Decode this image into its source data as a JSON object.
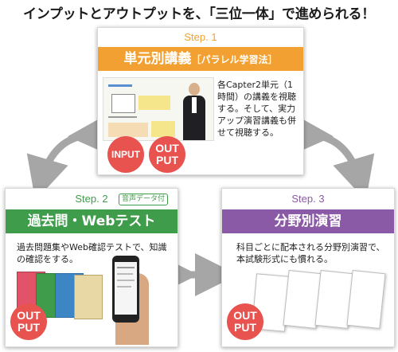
{
  "headline": "インプットとアウトプットを、「三位一体」で進められる！",
  "step1": {
    "label": "Step. 1",
    "title": "単元別講義",
    "title_suffix": "［パラレル学習法］",
    "description": "各Capter2単元（1時間）の講義を視聴する。そして、実力アップ演習講義も併せて視聴する。",
    "badge_input": "INPUT",
    "badge_output_1": "OUT",
    "badge_output_2": "PUT"
  },
  "step2": {
    "label": "Step. 2",
    "title": "過去問・Webテスト",
    "tag": "音声データ付",
    "description": "過去問題集やWeb確認テストで、知識の確認をする。",
    "badge_output_1": "OUT",
    "badge_output_2": "PUT"
  },
  "step3": {
    "label": "Step. 3",
    "title": "分野別演習",
    "description": "科目ごとに配本される分野別演習で、本試験形式にも慣れる。",
    "badge_output_1": "OUT",
    "badge_output_2": "PUT"
  },
  "colors": {
    "step1_accent": "#f3a033",
    "step2_accent": "#3f9c4a",
    "step3_accent": "#8a5aa6",
    "badge": "#e8534f",
    "arrow": "#a6a6a6"
  }
}
